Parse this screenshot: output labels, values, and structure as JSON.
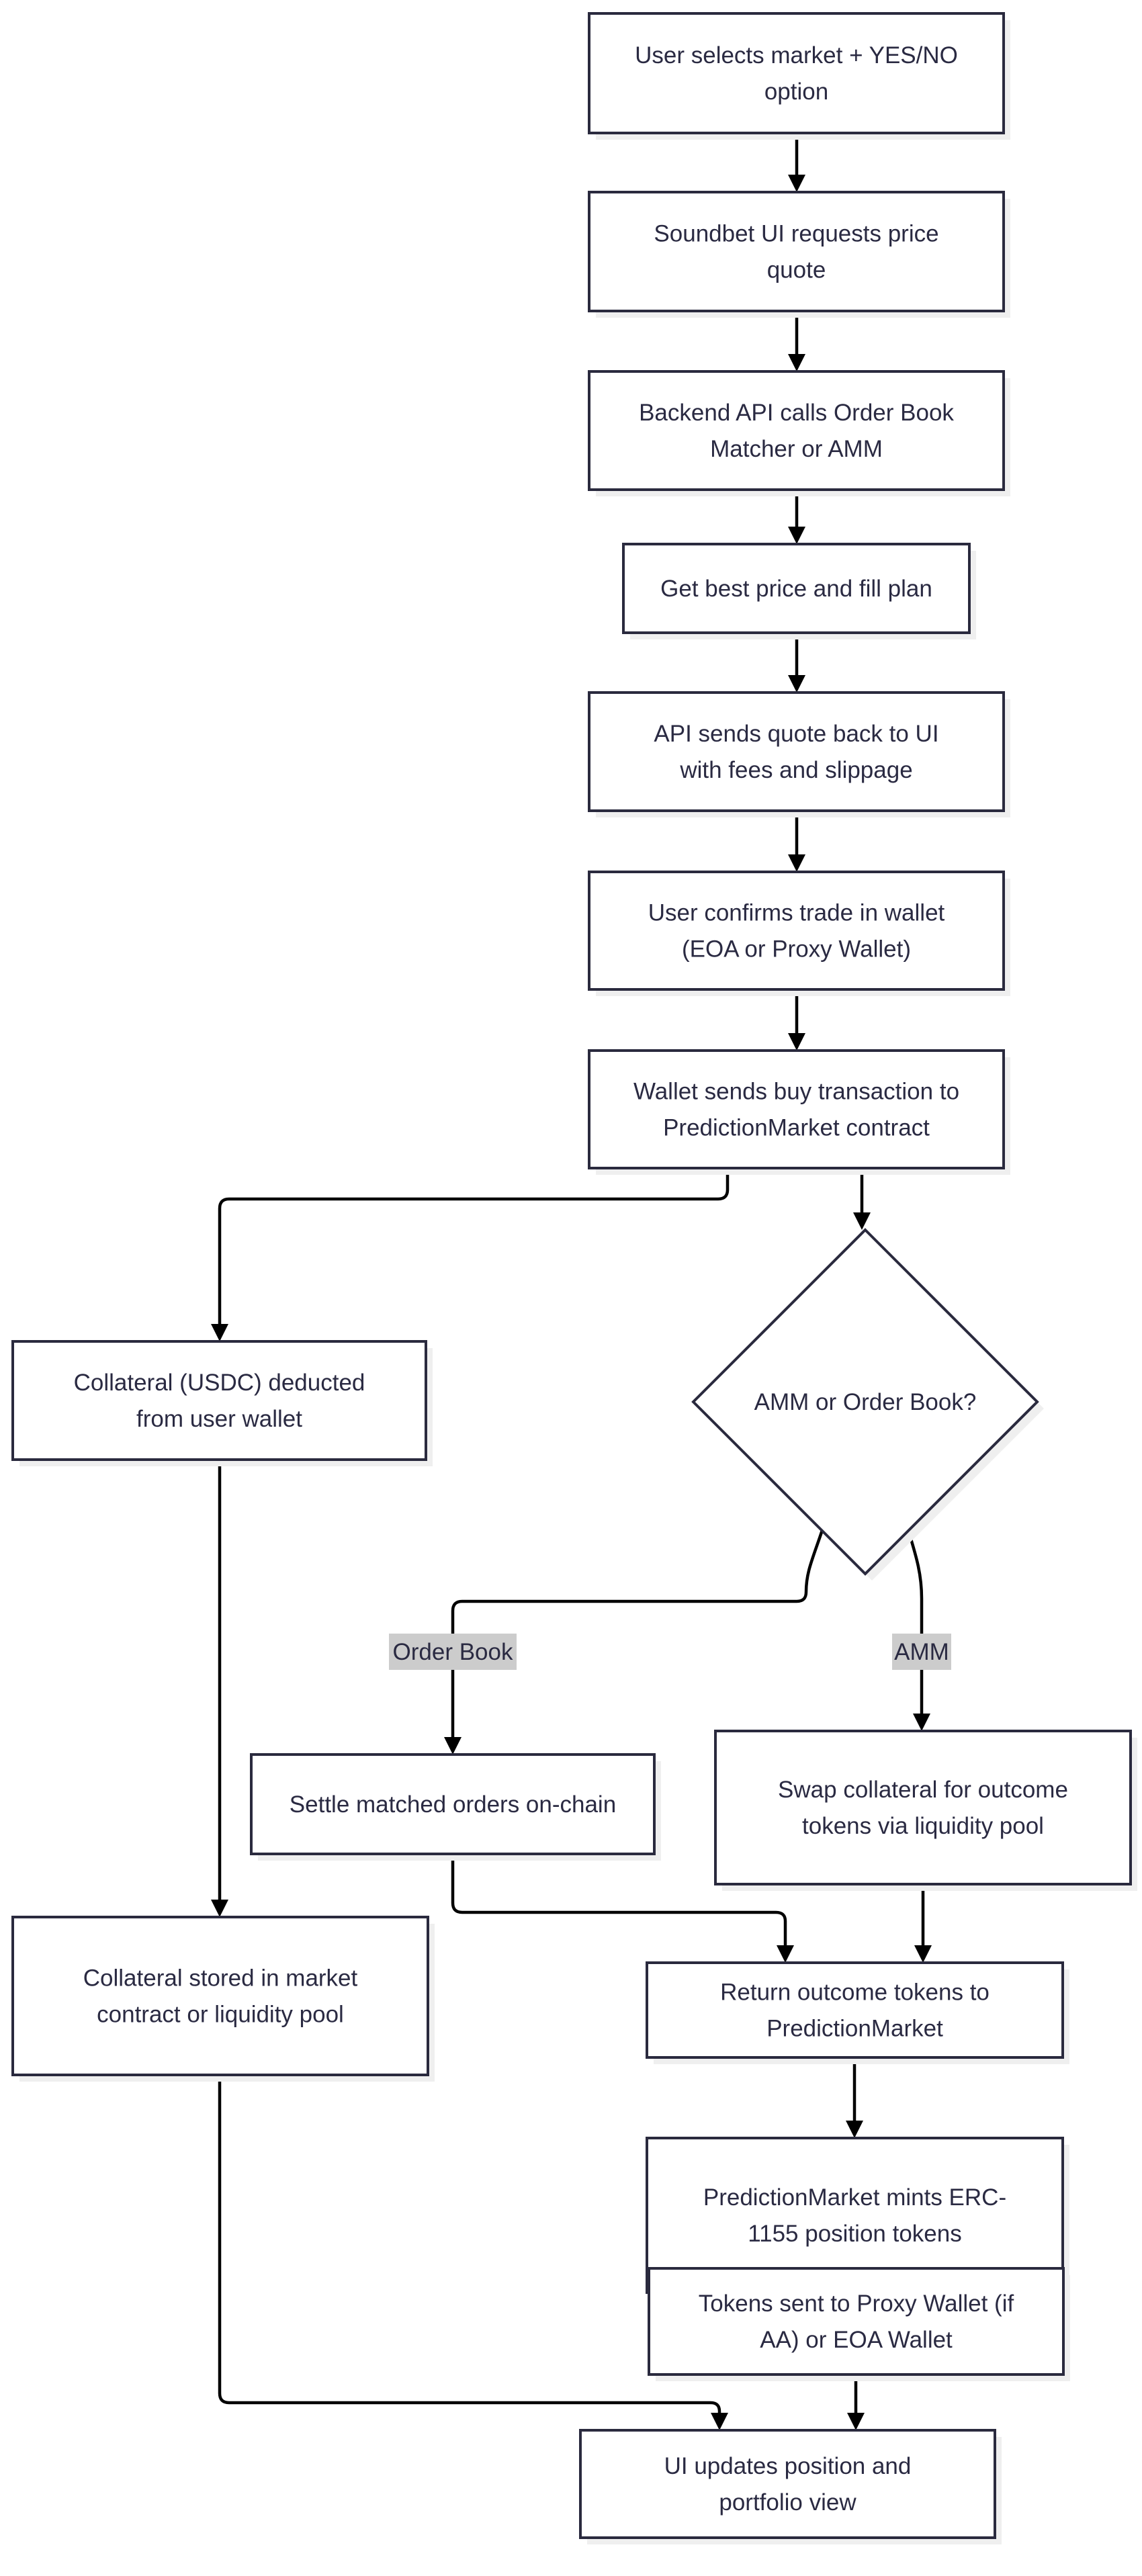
{
  "diagram": {
    "type": "flowchart",
    "direction": "top-down",
    "colors": {
      "node_stroke": "#2a2a3e",
      "node_fill": "#ffffff",
      "text": "#2a2a42",
      "edge": "#000000",
      "edge_label_bg": "#cccccc",
      "shadow": "#efefef"
    },
    "nodes": [
      {
        "id": "select",
        "shape": "rect",
        "lines": [
          "User selects market + YES/NO",
          "option"
        ]
      },
      {
        "id": "request",
        "shape": "rect",
        "lines": [
          "Soundbet UI requests price",
          "quote"
        ]
      },
      {
        "id": "backend",
        "shape": "rect",
        "lines": [
          "Backend API calls Order Book",
          "Matcher or AMM"
        ]
      },
      {
        "id": "bestprice",
        "shape": "rect",
        "lines": [
          "Get best price and fill plan"
        ]
      },
      {
        "id": "quote",
        "shape": "rect",
        "lines": [
          "API sends quote back to UI",
          "with fees and slippage"
        ]
      },
      {
        "id": "confirm",
        "shape": "rect",
        "lines": [
          "User confirms trade in wallet",
          "(EOA or Proxy Wallet)"
        ]
      },
      {
        "id": "sendtx",
        "shape": "rect",
        "lines": [
          "Wallet sends buy transaction to",
          "PredictionMarket contract"
        ]
      },
      {
        "id": "deduct",
        "shape": "rect",
        "lines": [
          "Collateral (USDC) deducted",
          "from user wallet"
        ]
      },
      {
        "id": "decision",
        "shape": "diamond",
        "lines": [
          "AMM or Order Book?"
        ]
      },
      {
        "id": "settle",
        "shape": "rect",
        "lines": [
          "Settle matched orders on-chain"
        ]
      },
      {
        "id": "swap",
        "shape": "rect",
        "lines": [
          "Swap collateral for outcome",
          "tokens via liquidity pool"
        ]
      },
      {
        "id": "stored",
        "shape": "rect",
        "lines": [
          "Collateral stored in market",
          "contract or liquidity pool"
        ]
      },
      {
        "id": "return",
        "shape": "rect",
        "lines": [
          "Return outcome tokens to",
          "PredictionMarket"
        ]
      },
      {
        "id": "mint",
        "shape": "rect",
        "lines": [
          "PredictionMarket mints ERC-",
          "1155 position tokens"
        ]
      },
      {
        "id": "tokens",
        "shape": "rect",
        "lines": [
          "Tokens sent to Proxy Wallet (if",
          "AA) or EOA Wallet"
        ]
      },
      {
        "id": "ui",
        "shape": "rect",
        "lines": [
          "UI updates position and",
          "portfolio view"
        ]
      }
    ],
    "edges": [
      {
        "from": "select",
        "to": "request",
        "label": ""
      },
      {
        "from": "request",
        "to": "backend",
        "label": ""
      },
      {
        "from": "backend",
        "to": "bestprice",
        "label": ""
      },
      {
        "from": "bestprice",
        "to": "quote",
        "label": ""
      },
      {
        "from": "quote",
        "to": "confirm",
        "label": ""
      },
      {
        "from": "confirm",
        "to": "sendtx",
        "label": ""
      },
      {
        "from": "sendtx",
        "to": "deduct",
        "label": ""
      },
      {
        "from": "sendtx",
        "to": "decision",
        "label": ""
      },
      {
        "from": "decision",
        "to": "settle",
        "label": "Order Book"
      },
      {
        "from": "decision",
        "to": "swap",
        "label": "AMM"
      },
      {
        "from": "deduct",
        "to": "stored",
        "label": ""
      },
      {
        "from": "settle",
        "to": "return",
        "label": ""
      },
      {
        "from": "swap",
        "to": "return",
        "label": ""
      },
      {
        "from": "return",
        "to": "mint",
        "label": ""
      },
      {
        "from": "mint",
        "to": "tokens",
        "label": ""
      },
      {
        "from": "stored",
        "to": "ui",
        "label": ""
      },
      {
        "from": "tokens",
        "to": "ui",
        "label": ""
      }
    ]
  }
}
